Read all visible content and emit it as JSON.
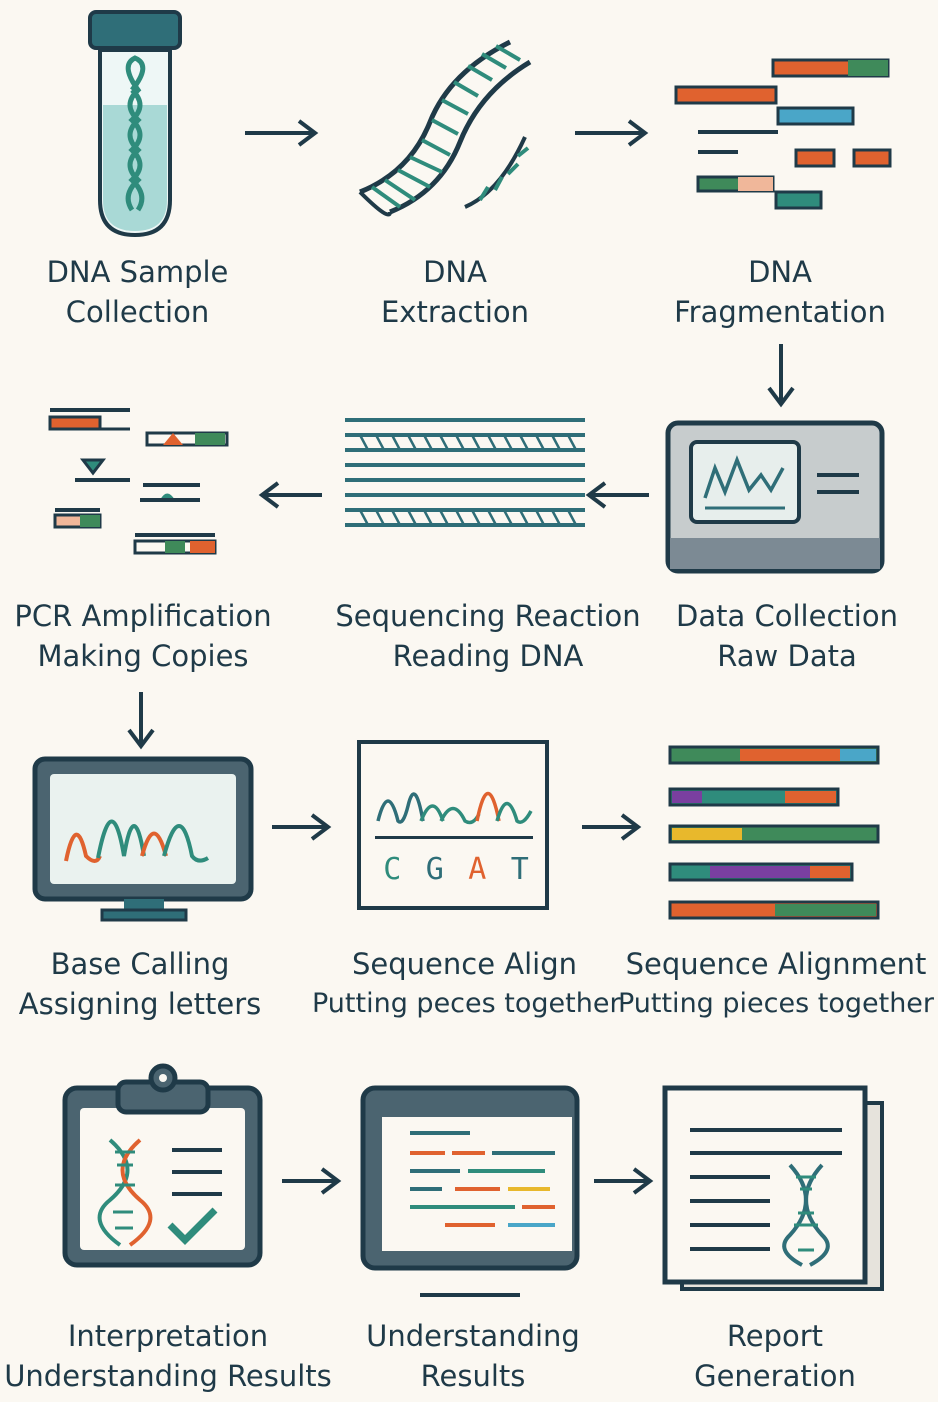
{
  "colors": {
    "ink": "#1f3a48",
    "teal": "#2f8c7c",
    "orange": "#e0622f",
    "blue": "#4aa6c8",
    "green": "#3f8a5a",
    "purple": "#7a3fa0",
    "yellow": "#e8b82c",
    "background": "#fbf8f2"
  },
  "steps": [
    {
      "line1": "DNA Sample",
      "line2": "Collection",
      "icon": "test-tube-icon"
    },
    {
      "line1": "DNA",
      "line2": "Extraction",
      "icon": "dna-helix-icon"
    },
    {
      "line1": "DNA",
      "line2": "Fragmentation",
      "icon": "fragments-icon"
    },
    {
      "line1": "Data Collection",
      "line2": "Raw Data",
      "icon": "sequencer-machine-icon"
    },
    {
      "line1": "Sequencing Reaction",
      "line2": "Reading DNA",
      "icon": "strands-icon"
    },
    {
      "line1": "PCR Amplification",
      "line2": "Making Copies",
      "icon": "pcr-copies-icon"
    },
    {
      "line1": "Base Calling",
      "line2": "Assigning letters",
      "icon": "monitor-chromatogram-icon"
    },
    {
      "line1": "Sequence Align",
      "line2": "Putting peces together",
      "icon": "chromatogram-card-icon"
    },
    {
      "line1": "Sequence Alignment",
      "line2": "Putting pieces together",
      "icon": "alignment-bars-icon"
    },
    {
      "line1": "Interpretation",
      "line2": "Understanding Results",
      "icon": "clipboard-icon"
    },
    {
      "line1": "Understanding",
      "line2": "Results",
      "icon": "screen-lines-icon"
    },
    {
      "line1": "Report",
      "line2": "Generation",
      "icon": "report-document-icon"
    }
  ],
  "bases": [
    "C",
    "G",
    "A",
    "T"
  ]
}
